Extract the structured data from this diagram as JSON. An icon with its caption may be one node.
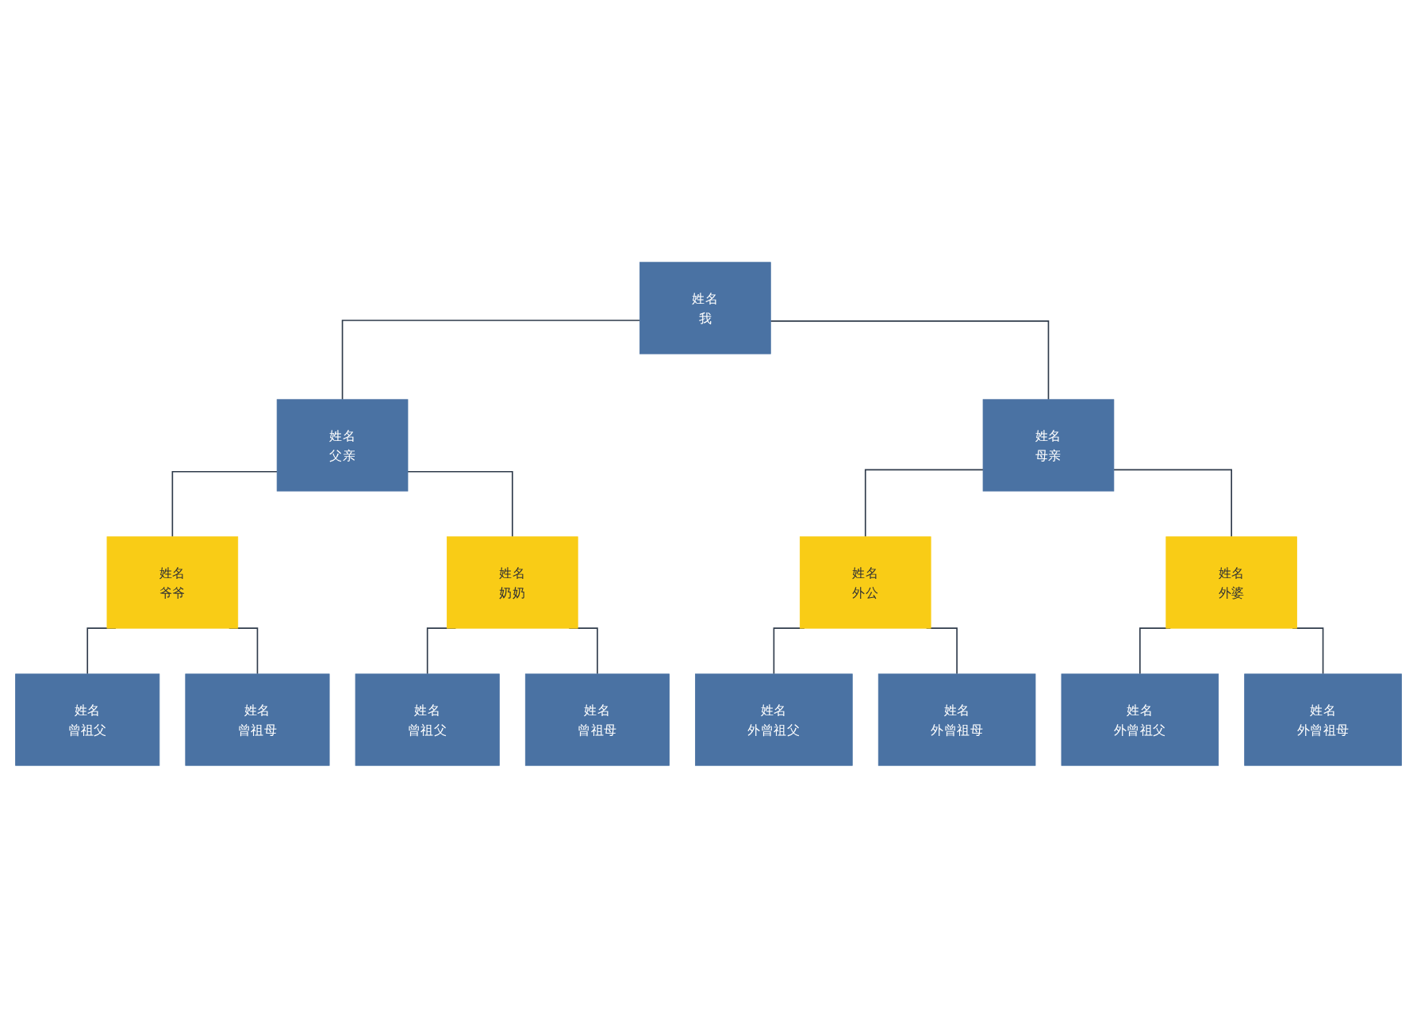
{
  "diagram": {
    "nodes": [
      {
        "text": [
          "姓名",
          "我"
        ]
      },
      {
        "text": [
          "姓名",
          "父亲"
        ]
      },
      {
        "text": [
          "姓名",
          "母亲"
        ]
      },
      {
        "text": [
          "姓名",
          "爷爷"
        ]
      },
      {
        "text": [
          "姓名",
          "奶奶"
        ]
      },
      {
        "text": [
          "姓名",
          "外公"
        ]
      },
      {
        "text": [
          "姓名",
          "外婆"
        ]
      },
      {
        "text": [
          "姓名",
          "曾祖父"
        ]
      },
      {
        "text": [
          "姓名",
          "曾祖母"
        ]
      },
      {
        "text": [
          "姓名",
          "曾祖父"
        ]
      },
      {
        "text": [
          "姓名",
          "曾祖母"
        ]
      },
      {
        "text": [
          "姓名",
          "外曾祖父"
        ]
      },
      {
        "text": [
          "姓名",
          "外曾祖母"
        ]
      },
      {
        "text": [
          "姓名",
          "外曾祖父"
        ]
      },
      {
        "text": [
          "姓名",
          "外曾祖母"
        ]
      }
    ],
    "edges": [
      {
        "from": 0,
        "to": 1,
        "arrow": "none"
      },
      {
        "from": 0,
        "to": 2,
        "arrow": "none"
      },
      {
        "from": 1,
        "to": 3,
        "arrow": "none"
      },
      {
        "from": 1,
        "to": 4,
        "arrow": "none"
      },
      {
        "from": 2,
        "to": 5,
        "arrow": "none"
      },
      {
        "from": 2,
        "to": 6,
        "arrow": "none"
      },
      {
        "from": 3,
        "to": 7,
        "arrow": "none"
      },
      {
        "from": 3,
        "to": 8,
        "arrow": "none"
      },
      {
        "from": 4,
        "to": 9,
        "arrow": "none"
      },
      {
        "from": 4,
        "to": 10,
        "arrow": "none"
      },
      {
        "from": 5,
        "to": 11,
        "arrow": "none"
      },
      {
        "from": 5,
        "to": 12,
        "arrow": "none"
      },
      {
        "from": 6,
        "to": 13,
        "arrow": "none"
      },
      {
        "from": 6,
        "to": 14,
        "arrow": "none"
      }
    ]
  }
}
